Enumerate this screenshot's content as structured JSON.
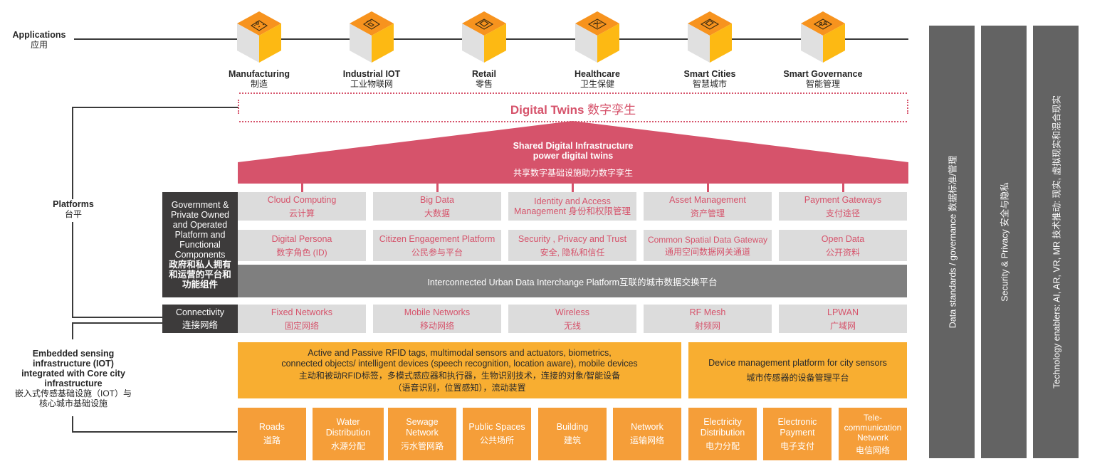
{
  "layers": {
    "applications": {
      "en": "Applications",
      "zh": "应用"
    },
    "platforms": {
      "en": "Platforms",
      "zh": "台平"
    },
    "embedded": {
      "en_lines": [
        "Embedded sensing",
        "infrastructure (IOT)",
        "integrated with Core city",
        "infrastructure"
      ],
      "zh_lines": [
        "嵌入式传感基础设施（IOT）与",
        "核心城市基础设施"
      ]
    }
  },
  "applications": [
    {
      "name": "Manufacturing",
      "zh": "制造",
      "icon": "factory-icon"
    },
    {
      "name": "Industrial IOT",
      "zh": "工业物联网",
      "icon": "wireless-device-icon"
    },
    {
      "name": "Retail",
      "zh": "零售",
      "icon": "storefront-icon"
    },
    {
      "name": "Healthcare",
      "zh": "卫生保健",
      "icon": "caduceus-icon"
    },
    {
      "name": "Smart Cities",
      "zh": "智慧城市",
      "icon": "city-building-icon"
    },
    {
      "name": "Smart Governance",
      "zh": "智能管理",
      "icon": "people-icon"
    }
  ],
  "digital_twins": {
    "en": "Digital Twins",
    "zh": "数字孪生"
  },
  "shared_infra": {
    "line1": "Shared Digital Infrastructure",
    "line2": "power digital twins",
    "zh": "共享数字基础设施助力数字孪生"
  },
  "gov_platform": {
    "en_lines": [
      "Government &",
      "Private Owned",
      "and Operated",
      "Platform and",
      "Functional",
      "Components"
    ],
    "zh_lines": [
      "政府和私人拥有",
      "和运营的平台和",
      "功能组件"
    ]
  },
  "platform_row1": [
    {
      "en": "Cloud Computing",
      "zh": "云计算"
    },
    {
      "en": "Big Data",
      "zh": "大数据"
    },
    {
      "en": "Identity and Access",
      "en2": "Management 身份和权限管理",
      "zh": ""
    },
    {
      "en": "Asset Management",
      "zh": "资产管理"
    },
    {
      "en": "Payment Gateways",
      "zh": "支付途径"
    }
  ],
  "platform_row2": [
    {
      "en": "Digital Persona",
      "zh": "数字角色 (ID)"
    },
    {
      "en": "Citizen Engagement Platform",
      "zh": "公民参与平台"
    },
    {
      "en": "Security , Privacy and Trust",
      "zh": "安全, 隐私和信任"
    },
    {
      "en": "Common Spatial Data Gateway",
      "zh": "通用空间数据网关通道"
    },
    {
      "en": "Open Data",
      "zh": "公开资料"
    }
  ],
  "interchange": "Interconnected Urban Data Interchange Platform互联的城市数据交换平台",
  "connectivity": {
    "label": {
      "en": "Connectivity",
      "zh": "连接网络"
    },
    "items": [
      {
        "en": "Fixed Networks",
        "zh": "固定网络"
      },
      {
        "en": "Mobile Networks",
        "zh": "移动网络"
      },
      {
        "en": "Wireless",
        "zh": "无线"
      },
      {
        "en": "RF Mesh",
        "zh": "射频网"
      },
      {
        "en": "LPWAN",
        "zh": "广域网"
      }
    ]
  },
  "sensors": {
    "lines": [
      "Active and Passive RFID tags, multimodal sensors and actuators, biometrics,",
      "connected objects/ intelligent devices (speech recognition, location aware), mobile  devices",
      "主动和被动RFID标签，多模式感应器和执行器，生物识别技术，连接的对象/智能设备",
      "（语音识别，位置感知），流动装置"
    ]
  },
  "device_mgmt": {
    "en": "Device management platform for city  sensors",
    "zh": "城市传感器的设备管理平台"
  },
  "infrastructure": [
    {
      "en": "Roads",
      "zh": "道路"
    },
    {
      "en": "Water Distribution",
      "zh": "水源分配"
    },
    {
      "en": "Sewage Network",
      "zh": "污水管网路"
    },
    {
      "en": "Public Spaces",
      "zh": "公共场所"
    },
    {
      "en": "Building",
      "zh": "建筑"
    },
    {
      "en": "Network",
      "zh": "运输网络"
    },
    {
      "en": "Electricity Distribution",
      "zh": "电力分配"
    },
    {
      "en": "Electronic Payment",
      "zh": "电子支付"
    },
    {
      "en": "Tele-communication Network",
      "zh": "电信网络"
    }
  ],
  "side_bars": [
    "Data standards / governance 数据标准/管理",
    "Security & Privacy 安全与隐私",
    "Technology enablers: AI, AR, VR, MR 技术推动: 现实, 虚拟现实和混合现实"
  ],
  "colors": {
    "accent_red": "#d6536b",
    "cell_gray": "#dcdcdc",
    "dark": "#3d3b3b",
    "interchange_gray": "#7f7f7f",
    "sensor_orange": "#f8ae31",
    "infra_orange": "#f59e39",
    "side_gray": "#636363",
    "cube_top": "#f7931e",
    "cube_right": "#fdb913",
    "cube_left": "#e0e0e0"
  }
}
